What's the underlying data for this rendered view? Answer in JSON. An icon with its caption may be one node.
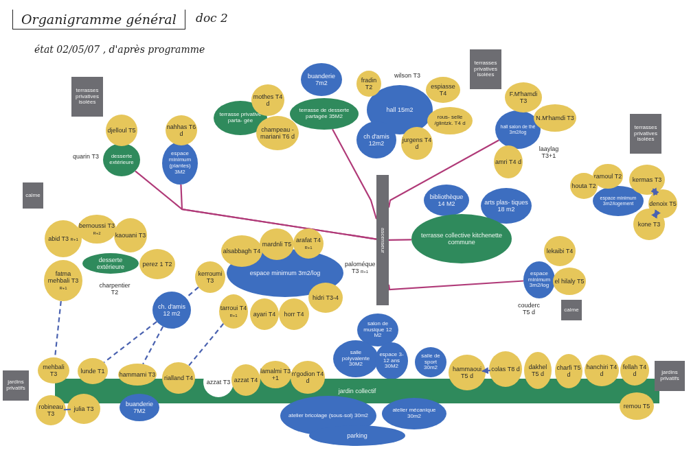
{
  "diagram": {
    "title": "Organigramme général",
    "nodes": [
      {
        "text": [
          "terrasses privatives isolées"
        ]
      },
      {
        "text": [
          "djelloul T5"
        ]
      },
      {
        "text": [
          "nahhas T6 d"
        ]
      },
      {
        "text": [
          "quarin T3"
        ]
      },
      {
        "text": [
          "desserte extérieure"
        ]
      },
      {
        "text": [
          "espace minimum (plantes) 3M2"
        ]
      },
      {
        "text": [
          "mothes T4 d"
        ]
      },
      {
        "text": [
          "buanderie 7m2"
        ]
      },
      {
        "text": [
          "terrasse privative parta- gée"
        ]
      },
      {
        "text": [
          "terrasse de desserte partagée 35M2"
        ]
      },
      {
        "text": [
          "champeau - mariani T6 d"
        ]
      },
      {
        "text": [
          "fradin T2"
        ]
      },
      {
        "text": [
          "wilson T3"
        ]
      },
      {
        "text": [
          "hall 15m2"
        ]
      },
      {
        "text": [
          "espiasse T4"
        ]
      },
      {
        "text": [
          "ch d'amis 12m2"
        ]
      },
      {
        "text": [
          "rous- selle /glintzk. T4 d"
        ]
      },
      {
        "text": [
          "jurgens T4 d"
        ]
      },
      {
        "text": [
          "terrasses privatives isolées"
        ]
      },
      {
        "text": [
          "F.M'hamdi T3"
        ]
      },
      {
        "text": [
          "N.M'hamdi T3"
        ]
      },
      {
        "text": [
          "hall salon de thé 3m2/log"
        ]
      },
      {
        "text": [
          "amri T4 d"
        ]
      },
      {
        "text": [
          "laaylag T3+1"
        ]
      },
      {
        "text": [
          "terrasses privatives isolées"
        ]
      },
      {
        "text": [
          "ramoul T2"
        ]
      },
      {
        "text": [
          "houta T2"
        ]
      },
      {
        "text": [
          "kermas T3"
        ]
      },
      {
        "text": [
          "espace minimum 3m2/logement"
        ]
      },
      {
        "text": [
          "denoix T5"
        ]
      },
      {
        "text": [
          "kone T3"
        ]
      },
      {
        "text": [
          "calme"
        ]
      },
      {
        "text": [
          "abid T3 $_{R+1}$"
        ]
      },
      {
        "text": [
          "bernoussi T3 $_{R+2}$"
        ]
      },
      {
        "text": [
          "kaouani T3"
        ]
      },
      {
        "text": [
          "desserte extérieure"
        ]
      },
      {
        "text": [
          "perez 1 T2"
        ]
      },
      {
        "text": [
          "fatma mehbali T3 $_{R+1}$"
        ]
      },
      {
        "text": [
          "charpentier T2"
        ]
      },
      {
        "text": [
          "alsabbagh T4"
        ]
      },
      {
        "text": [
          "mardnli T5"
        ]
      },
      {
        "text": [
          "arafat T4 $_{R+1}$"
        ]
      },
      {
        "text": [
          "espace minimum 3m2/log"
        ]
      },
      {
        "text": [
          "paloméque T3 $_{R+1}$"
        ]
      },
      {
        "text": [
          "kerroumi T3"
        ]
      },
      {
        "text": [
          "ch. d'amis 12 m2"
        ]
      },
      {
        "text": [
          "tarroui T4 $_{R+1}$"
        ]
      },
      {
        "text": [
          "ayari T4"
        ]
      },
      {
        "text": [
          "horr T4"
        ]
      },
      {
        "text": [
          "hidri T3-4"
        ]
      },
      {
        "text": [
          "ascenseur"
        ]
      },
      {
        "text": [
          "bibliothèque 14 M2"
        ]
      },
      {
        "text": [
          "arts plas- tiques 18 m2"
        ]
      },
      {
        "text": [
          "terrasse collective kitchenette commune"
        ]
      },
      {
        "text": [
          "lekaibi T4"
        ]
      },
      {
        "text": [
          "espace minimum 3m2/log"
        ]
      },
      {
        "text": [
          "el hilaly T5"
        ]
      },
      {
        "text": [
          "couderc T5 d"
        ]
      },
      {
        "text": [
          "calme"
        ]
      },
      {
        "text": [
          "salon de musique 12 M2"
        ]
      },
      {
        "text": [
          "salle polyvalente 30M2"
        ]
      },
      {
        "text": [
          "espace 3-12 ans 30M2"
        ]
      },
      {
        "text": [
          "salle de sport 30m2"
        ]
      },
      {
        "text": [
          "jardin collectif"
        ]
      },
      {
        "text": [
          "jardins privatifs"
        ]
      },
      {
        "text": [
          "mehbali T3"
        ]
      },
      {
        "text": [
          "lunde T1"
        ]
      },
      {
        "text": [
          "hammami T3"
        ]
      },
      {
        "text": [
          "rialland T4"
        ]
      },
      {
        "text": [
          "azzat T3"
        ]
      },
      {
        "text": [
          "azzat T4"
        ]
      },
      {
        "text": [
          "lamalmi T3 +1"
        ]
      },
      {
        "text": [
          "n'godion T4 d"
        ]
      },
      {
        "text": [
          "hammaoui T5 d"
        ]
      },
      {
        "text": [
          "colas T8 d"
        ]
      },
      {
        "text": [
          "dakhel T5 d"
        ]
      },
      {
        "text": [
          "charfi T5 d"
        ]
      },
      {
        "text": [
          "hanchiri T4 d"
        ]
      },
      {
        "text": [
          "fellah T4 d"
        ]
      },
      {
        "text": [
          "jardins privatifs"
        ]
      },
      {
        "text": [
          "robineau T3"
        ]
      },
      {
        "text": [
          "julia T3"
        ]
      },
      {
        "text": [
          "buanderie 7M2"
        ]
      },
      {
        "text": [
          "atelier bricolage (sous-sol) 30m2"
        ]
      },
      {
        "text": [
          "atelier mécanique 30m2"
        ]
      },
      {
        "text": [
          "parking"
        ]
      },
      {
        "text": [
          "remou T5"
        ]
      }
    ],
    "edges": [
      {
        "from": 4,
        "to": 50,
        "arrow": "none",
        "color": "#b03a78"
      },
      {
        "from": 5,
        "to": 50,
        "arrow": "none",
        "color": "#b03a78"
      },
      {
        "from": 9,
        "to": 50,
        "arrow": "none",
        "color": "#b03a78"
      },
      {
        "from": 21,
        "to": 50,
        "arrow": "none",
        "color": "#b03a78"
      },
      {
        "from": 53,
        "to": 50,
        "arrow": "none",
        "color": "#b03a78"
      },
      {
        "from": 55,
        "to": 50,
        "arrow": "none",
        "color": "#b03a78"
      },
      {
        "from": 37,
        "to": 65,
        "arrow": "none",
        "style": "dashed",
        "color": "#4a62b0"
      },
      {
        "from": 44,
        "to": 45,
        "arrow": "none",
        "style": "dashed",
        "color": "#4a62b0"
      },
      {
        "from": 45,
        "to": 66,
        "arrow": "none",
        "style": "dashed",
        "color": "#4a62b0"
      },
      {
        "from": 45,
        "to": 67,
        "arrow": "none",
        "style": "dashed",
        "color": "#4a62b0"
      },
      {
        "from": 46,
        "to": 68,
        "arrow": "none",
        "style": "dashed",
        "color": "#4a62b0"
      },
      {
        "from": 80,
        "to": 81,
        "arrow": "none",
        "color": "#4a62b0"
      },
      {
        "from": 74,
        "to": 73,
        "arrow": "to",
        "color": "#4a62b0"
      },
      {
        "from": 27,
        "to": 29,
        "arrow": "both",
        "color": "#4a62b0"
      },
      {
        "from": 29,
        "to": 30,
        "arrow": "both",
        "color": "#4a62b0"
      }
    ],
    "labels": [
      "doc 2",
      "état 02/05/07 , d'après programme"
    ]
  }
}
